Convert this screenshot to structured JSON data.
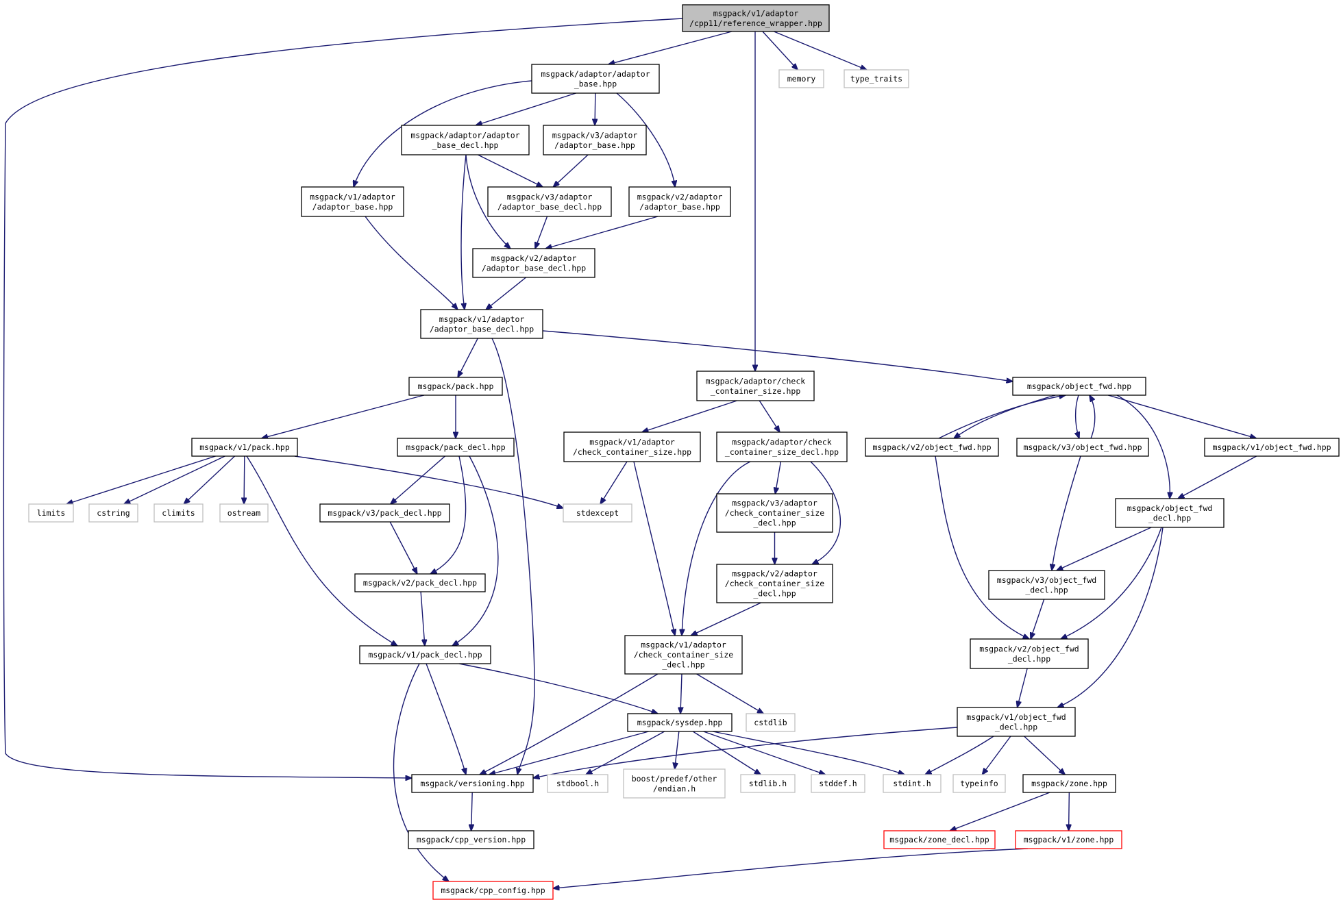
{
  "colors": {
    "edge": "#191970",
    "node_border": "#000000",
    "external_border": "#bfbfbf",
    "incomplete_border": "#ff0000",
    "root_fill": "#bfbfbf",
    "fill": "#ffffff",
    "text": "#000000"
  },
  "nodes": [
    {
      "id": "ref_wrapper",
      "lines": [
        "msgpack/v1/adaptor",
        "/cpp11/reference_wrapper.hpp"
      ],
      "kind": "root"
    },
    {
      "id": "adaptor_base",
      "lines": [
        "msgpack/adaptor/adaptor",
        "_base.hpp"
      ],
      "kind": "normal"
    },
    {
      "id": "memory",
      "lines": [
        "memory"
      ],
      "kind": "external"
    },
    {
      "id": "type_traits",
      "lines": [
        "type_traits"
      ],
      "kind": "external"
    },
    {
      "id": "adaptor_base_decl",
      "lines": [
        "msgpack/adaptor/adaptor",
        "_base_decl.hpp"
      ],
      "kind": "normal"
    },
    {
      "id": "v3_adaptor_base",
      "lines": [
        "msgpack/v3/adaptor",
        "/adaptor_base.hpp"
      ],
      "kind": "normal"
    },
    {
      "id": "v1_adaptor_base",
      "lines": [
        "msgpack/v1/adaptor",
        "/adaptor_base.hpp"
      ],
      "kind": "normal"
    },
    {
      "id": "v3_adaptor_base_decl",
      "lines": [
        "msgpack/v3/adaptor",
        "/adaptor_base_decl.hpp"
      ],
      "kind": "normal"
    },
    {
      "id": "v2_adaptor_base",
      "lines": [
        "msgpack/v2/adaptor",
        "/adaptor_base.hpp"
      ],
      "kind": "normal"
    },
    {
      "id": "v2_adaptor_base_decl",
      "lines": [
        "msgpack/v2/adaptor",
        "/adaptor_base_decl.hpp"
      ],
      "kind": "normal"
    },
    {
      "id": "v1_adaptor_base_decl",
      "lines": [
        "msgpack/v1/adaptor",
        "/adaptor_base_decl.hpp"
      ],
      "kind": "normal"
    },
    {
      "id": "check_container_size",
      "lines": [
        "msgpack/adaptor/check",
        "_container_size.hpp"
      ],
      "kind": "normal"
    },
    {
      "id": "object_fwd",
      "lines": [
        "msgpack/object_fwd.hpp"
      ],
      "kind": "normal"
    },
    {
      "id": "pack",
      "lines": [
        "msgpack/pack.hpp"
      ],
      "kind": "normal"
    },
    {
      "id": "v1_pack",
      "lines": [
        "msgpack/v1/pack.hpp"
      ],
      "kind": "normal"
    },
    {
      "id": "pack_decl",
      "lines": [
        "msgpack/pack_decl.hpp"
      ],
      "kind": "normal"
    },
    {
      "id": "v1_check_container_size",
      "lines": [
        "msgpack/v1/adaptor",
        "/check_container_size.hpp"
      ],
      "kind": "normal"
    },
    {
      "id": "check_container_size_decl",
      "lines": [
        "msgpack/adaptor/check",
        "_container_size_decl.hpp"
      ],
      "kind": "normal"
    },
    {
      "id": "v2_object_fwd",
      "lines": [
        "msgpack/v2/object_fwd.hpp"
      ],
      "kind": "normal"
    },
    {
      "id": "v3_object_fwd",
      "lines": [
        "msgpack/v3/object_fwd.hpp"
      ],
      "kind": "normal"
    },
    {
      "id": "v1_object_fwd",
      "lines": [
        "msgpack/v1/object_fwd.hpp"
      ],
      "kind": "normal"
    },
    {
      "id": "limits",
      "lines": [
        "limits"
      ],
      "kind": "external"
    },
    {
      "id": "cstring",
      "lines": [
        "cstring"
      ],
      "kind": "external"
    },
    {
      "id": "climits",
      "lines": [
        "climits"
      ],
      "kind": "external"
    },
    {
      "id": "ostream",
      "lines": [
        "ostream"
      ],
      "kind": "external"
    },
    {
      "id": "stdexcept",
      "lines": [
        "stdexcept"
      ],
      "kind": "external"
    },
    {
      "id": "v3_pack_decl",
      "lines": [
        "msgpack/v3/pack_decl.hpp"
      ],
      "kind": "normal"
    },
    {
      "id": "v3_check_container_size_decl",
      "lines": [
        "msgpack/v3/adaptor",
        "/check_container_size",
        "_decl.hpp"
      ],
      "kind": "normal"
    },
    {
      "id": "object_fwd_decl",
      "lines": [
        "msgpack/object_fwd",
        "_decl.hpp"
      ],
      "kind": "normal"
    },
    {
      "id": "v2_pack_decl",
      "lines": [
        "msgpack/v2/pack_decl.hpp"
      ],
      "kind": "normal"
    },
    {
      "id": "v2_check_container_size_decl",
      "lines": [
        "msgpack/v2/adaptor",
        "/check_container_size",
        "_decl.hpp"
      ],
      "kind": "normal"
    },
    {
      "id": "v3_object_fwd_decl",
      "lines": [
        "msgpack/v3/object_fwd",
        "_decl.hpp"
      ],
      "kind": "normal"
    },
    {
      "id": "v1_pack_decl",
      "lines": [
        "msgpack/v1/pack_decl.hpp"
      ],
      "kind": "normal"
    },
    {
      "id": "v1_check_container_size_decl",
      "lines": [
        "msgpack/v1/adaptor",
        "/check_container_size",
        "_decl.hpp"
      ],
      "kind": "normal"
    },
    {
      "id": "v2_object_fwd_decl",
      "lines": [
        "msgpack/v2/object_fwd",
        "_decl.hpp"
      ],
      "kind": "normal"
    },
    {
      "id": "sysdep",
      "lines": [
        "msgpack/sysdep.hpp"
      ],
      "kind": "normal"
    },
    {
      "id": "cstdlib",
      "lines": [
        "cstdlib"
      ],
      "kind": "external"
    },
    {
      "id": "v1_object_fwd_decl",
      "lines": [
        "msgpack/v1/object_fwd",
        "_decl.hpp"
      ],
      "kind": "normal"
    },
    {
      "id": "versioning",
      "lines": [
        "msgpack/versioning.hpp"
      ],
      "kind": "normal"
    },
    {
      "id": "stdbool_h",
      "lines": [
        "stdbool.h"
      ],
      "kind": "external"
    },
    {
      "id": "endian_h",
      "lines": [
        "boost/predef/other",
        "/endian.h"
      ],
      "kind": "external"
    },
    {
      "id": "stdlib_h",
      "lines": [
        "stdlib.h"
      ],
      "kind": "external"
    },
    {
      "id": "stddef_h",
      "lines": [
        "stddef.h"
      ],
      "kind": "external"
    },
    {
      "id": "stdint_h",
      "lines": [
        "stdint.h"
      ],
      "kind": "external"
    },
    {
      "id": "typeinfo",
      "lines": [
        "typeinfo"
      ],
      "kind": "external"
    },
    {
      "id": "zone",
      "lines": [
        "msgpack/zone.hpp"
      ],
      "kind": "normal"
    },
    {
      "id": "cpp_version",
      "lines": [
        "msgpack/cpp_version.hpp"
      ],
      "kind": "normal"
    },
    {
      "id": "zone_decl",
      "lines": [
        "msgpack/zone_decl.hpp"
      ],
      "kind": "incomplete"
    },
    {
      "id": "v1_zone",
      "lines": [
        "msgpack/v1/zone.hpp"
      ],
      "kind": "incomplete"
    },
    {
      "id": "cpp_config",
      "lines": [
        "msgpack/cpp_config.hpp"
      ],
      "kind": "incomplete"
    }
  ],
  "edges": [
    [
      "ref_wrapper",
      "adaptor_base"
    ],
    [
      "ref_wrapper",
      "memory"
    ],
    [
      "ref_wrapper",
      "type_traits"
    ],
    [
      "ref_wrapper",
      "check_container_size"
    ],
    [
      "ref_wrapper",
      "versioning"
    ],
    [
      "adaptor_base",
      "adaptor_base_decl"
    ],
    [
      "adaptor_base",
      "v3_adaptor_base"
    ],
    [
      "adaptor_base",
      "v1_adaptor_base"
    ],
    [
      "adaptor_base",
      "v2_adaptor_base"
    ],
    [
      "adaptor_base_decl",
      "v3_adaptor_base_decl"
    ],
    [
      "adaptor_base_decl",
      "v2_adaptor_base_decl"
    ],
    [
      "adaptor_base_decl",
      "v1_adaptor_base_decl"
    ],
    [
      "v3_adaptor_base",
      "v3_adaptor_base_decl"
    ],
    [
      "v3_adaptor_base_decl",
      "v2_adaptor_base_decl"
    ],
    [
      "v2_adaptor_base",
      "v2_adaptor_base_decl"
    ],
    [
      "v2_adaptor_base_decl",
      "v1_adaptor_base_decl"
    ],
    [
      "v1_adaptor_base",
      "v1_adaptor_base_decl"
    ],
    [
      "v1_adaptor_base_decl",
      "pack"
    ],
    [
      "v1_adaptor_base_decl",
      "versioning"
    ],
    [
      "v1_adaptor_base_decl",
      "object_fwd"
    ],
    [
      "pack",
      "v1_pack"
    ],
    [
      "pack",
      "pack_decl"
    ],
    [
      "v1_pack",
      "limits"
    ],
    [
      "v1_pack",
      "cstring"
    ],
    [
      "v1_pack",
      "climits"
    ],
    [
      "v1_pack",
      "ostream"
    ],
    [
      "v1_pack",
      "stdexcept"
    ],
    [
      "v1_pack",
      "v1_pack_decl"
    ],
    [
      "pack_decl",
      "v3_pack_decl"
    ],
    [
      "pack_decl",
      "v2_pack_decl"
    ],
    [
      "pack_decl",
      "v1_pack_decl"
    ],
    [
      "v3_pack_decl",
      "v2_pack_decl"
    ],
    [
      "v2_pack_decl",
      "v1_pack_decl"
    ],
    [
      "v1_pack_decl",
      "versioning"
    ],
    [
      "v1_pack_decl",
      "sysdep"
    ],
    [
      "v1_pack_decl",
      "cpp_config"
    ],
    [
      "check_container_size",
      "v1_check_container_size"
    ],
    [
      "check_container_size",
      "check_container_size_decl"
    ],
    [
      "v1_check_container_size",
      "stdexcept"
    ],
    [
      "v1_check_container_size",
      "v1_check_container_size_decl"
    ],
    [
      "check_container_size_decl",
      "v3_check_container_size_decl"
    ],
    [
      "check_container_size_decl",
      "v2_check_container_size_decl"
    ],
    [
      "check_container_size_decl",
      "v1_check_container_size_decl"
    ],
    [
      "v3_check_container_size_decl",
      "v2_check_container_size_decl"
    ],
    [
      "v2_check_container_size_decl",
      "v1_check_container_size_decl"
    ],
    [
      "v1_check_container_size_decl",
      "sysdep"
    ],
    [
      "v1_check_container_size_decl",
      "cstdlib"
    ],
    [
      "v1_check_container_size_decl",
      "versioning"
    ],
    [
      "object_fwd",
      "v2_object_fwd"
    ],
    [
      "object_fwd",
      "v3_object_fwd"
    ],
    [
      "object_fwd",
      "v1_object_fwd"
    ],
    [
      "object_fwd",
      "object_fwd_decl"
    ],
    [
      "v2_object_fwd",
      "object_fwd"
    ],
    [
      "v3_object_fwd",
      "object_fwd"
    ],
    [
      "v2_object_fwd",
      "v2_object_fwd_decl"
    ],
    [
      "v3_object_fwd",
      "v3_object_fwd_decl"
    ],
    [
      "v1_object_fwd",
      "object_fwd_decl"
    ],
    [
      "object_fwd_decl",
      "v3_object_fwd_decl"
    ],
    [
      "object_fwd_decl",
      "v2_object_fwd_decl"
    ],
    [
      "object_fwd_decl",
      "v1_object_fwd_decl"
    ],
    [
      "v3_object_fwd_decl",
      "v2_object_fwd_decl"
    ],
    [
      "v2_object_fwd_decl",
      "v1_object_fwd_decl"
    ],
    [
      "v1_object_fwd_decl",
      "versioning"
    ],
    [
      "v1_object_fwd_decl",
      "stdint_h"
    ],
    [
      "v1_object_fwd_decl",
      "typeinfo"
    ],
    [
      "v1_object_fwd_decl",
      "zone"
    ],
    [
      "sysdep",
      "versioning"
    ],
    [
      "sysdep",
      "stdbool_h"
    ],
    [
      "sysdep",
      "endian_h"
    ],
    [
      "sysdep",
      "stdlib_h"
    ],
    [
      "sysdep",
      "stddef_h"
    ],
    [
      "sysdep",
      "stdint_h"
    ],
    [
      "versioning",
      "cpp_version"
    ],
    [
      "zone",
      "zone_decl"
    ],
    [
      "zone",
      "v1_zone"
    ],
    [
      "v1_zone",
      "cpp_config"
    ]
  ]
}
